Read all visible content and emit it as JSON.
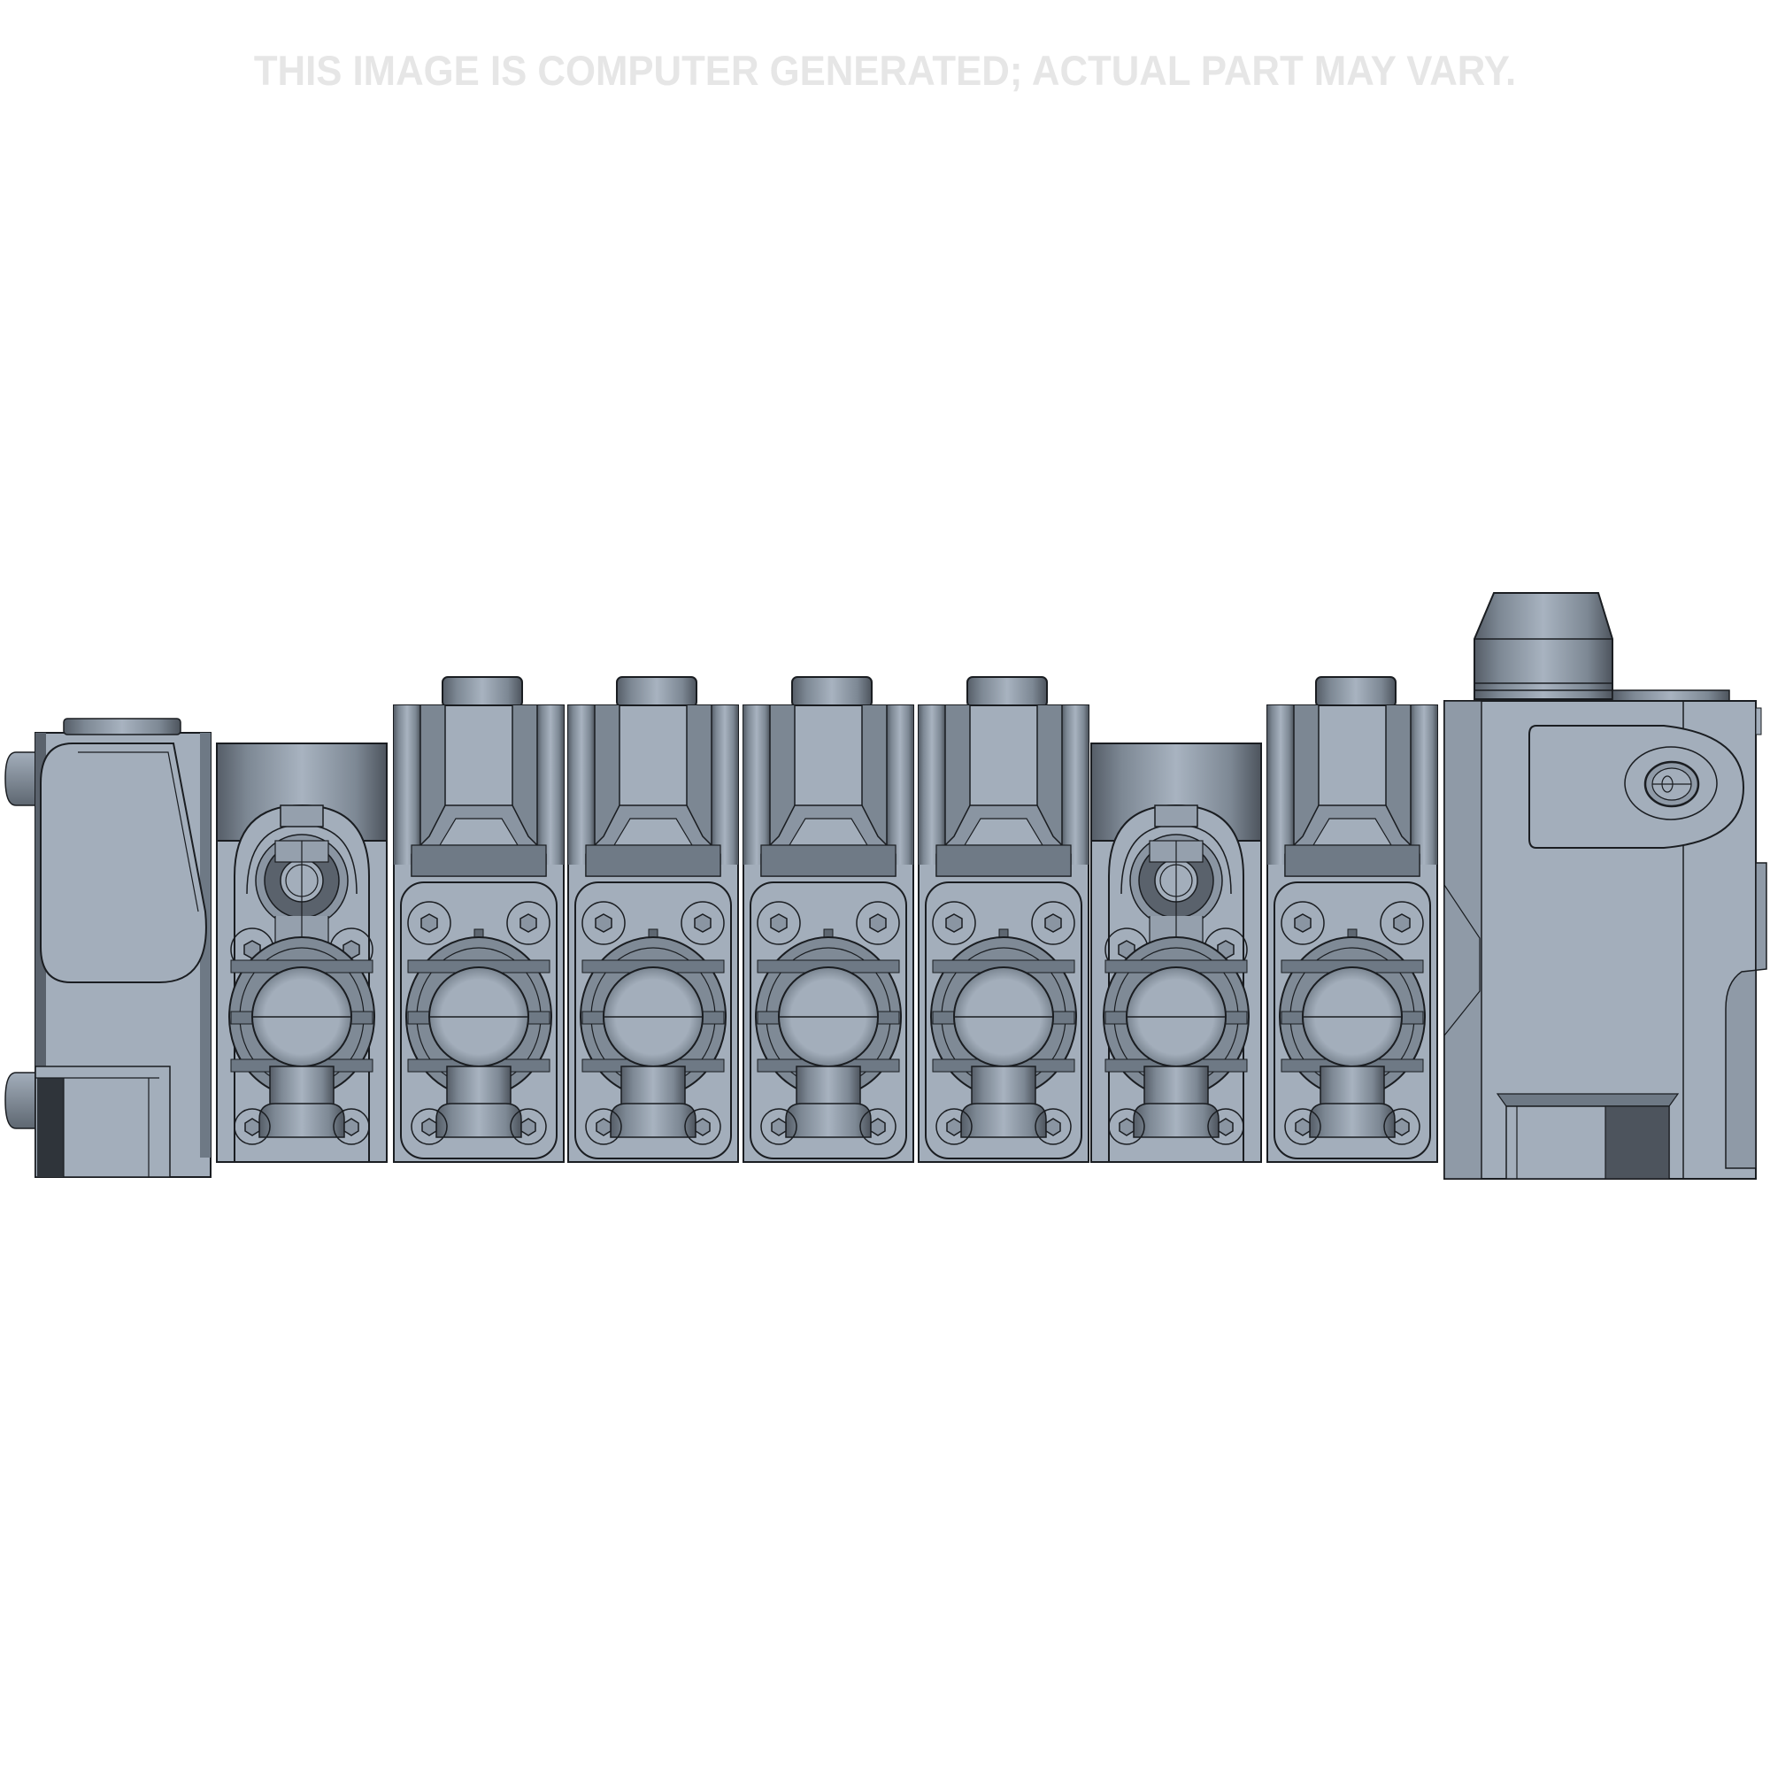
{
  "watermark": {
    "text": "THIS IMAGE IS COMPUTER GENERATED; ACTUAL PART MAY VARY.",
    "color": "#e6e6e6"
  },
  "rendering": {
    "subject": "hydraulic directional control valve assembly",
    "view": "front orthographic CAD render",
    "colors": {
      "background": "#ffffff",
      "body_light": "#a3aebb",
      "body_mid": "#8a95a2",
      "body_dark": "#66707c",
      "shadow": "#3d434b",
      "outline": "#1a1d21"
    },
    "inlet_end": {
      "label": "inlet-end-cover"
    },
    "outlet_end": {
      "label": "outlet-end-cover"
    },
    "sections": [
      {
        "index": 1,
        "type": "port-relief"
      },
      {
        "index": 2,
        "type": "spool"
      },
      {
        "index": 3,
        "type": "spool"
      },
      {
        "index": 4,
        "type": "spool"
      },
      {
        "index": 5,
        "type": "spool"
      },
      {
        "index": 6,
        "type": "port-relief"
      },
      {
        "index": 7,
        "type": "spool"
      }
    ]
  }
}
